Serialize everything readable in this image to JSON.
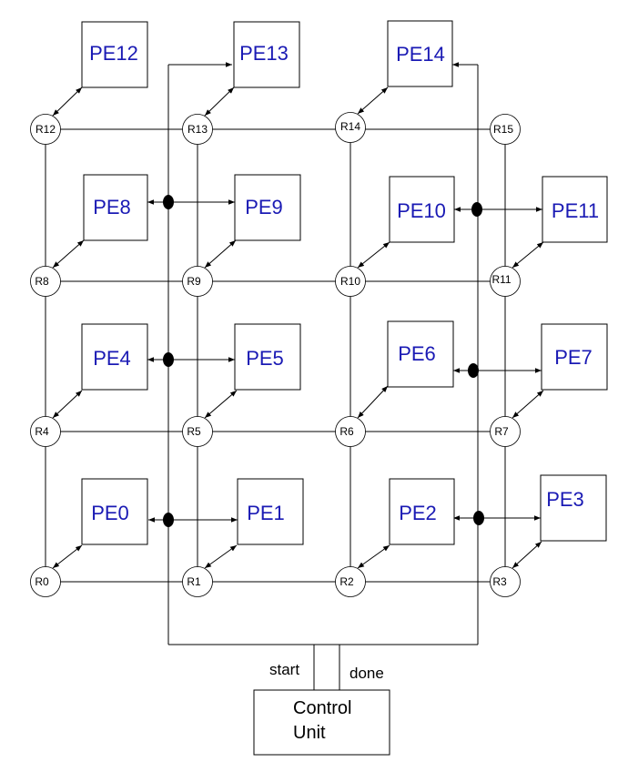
{
  "colors": {
    "pe_text": "#1a1ab4",
    "line": "#000000"
  },
  "routers": [
    "R0",
    "R1",
    "R2",
    "R3",
    "R4",
    "R5",
    "R6",
    "R7",
    "R8",
    "R9",
    "R10",
    "R11",
    "R12",
    "R13",
    "R14",
    "R15"
  ],
  "pes": [
    "PE0",
    "PE1",
    "PE2",
    "PE3",
    "PE4",
    "PE5",
    "PE6",
    "PE7",
    "PE8",
    "PE9",
    "PE10",
    "PE11",
    "PE12",
    "PE13",
    "PE14"
  ],
  "control_unit": {
    "line1": "Control",
    "line2": "Unit"
  },
  "signals": {
    "start": "start",
    "done": "done"
  }
}
